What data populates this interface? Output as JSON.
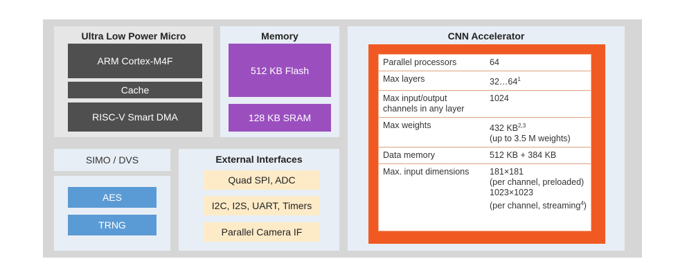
{
  "micro": {
    "title": "Ultra Low Power Micro",
    "blocks": [
      "ARM Cortex-M4F",
      "Cache",
      "RISC-V Smart DMA"
    ]
  },
  "memory": {
    "title": "Memory",
    "blocks": [
      "512 KB Flash",
      "128 KB SRAM"
    ]
  },
  "simo": {
    "label": "SIMO / DVS"
  },
  "security": {
    "blocks": [
      "AES",
      "TRNG"
    ]
  },
  "external": {
    "title": "External Interfaces",
    "blocks": [
      "Quad SPI, ADC",
      "I2C, I2S, UART, Timers",
      "Parallel Camera IF"
    ]
  },
  "cnn": {
    "title": "CNN Accelerator",
    "rows": [
      {
        "label": "Parallel processors",
        "value": "64",
        "value_sup": ""
      },
      {
        "label": "Max layers",
        "value": "32…64",
        "value_sup": "1"
      },
      {
        "label": "Max input/output channels in any layer",
        "value": "1024",
        "value_sup": ""
      },
      {
        "label": "Max weights",
        "value": "432 KB",
        "value_sup": "2,3",
        "value2": "(up to 3.5 M weights)"
      },
      {
        "label": "Data memory",
        "value": "512 KB + 384 KB",
        "value_sup": ""
      },
      {
        "label": "Max. input dimensions",
        "value": "181×181",
        "value_sup": "",
        "value2": "(per channel, preloaded)",
        "value3": "1023×1023",
        "value4": "(per channel, streaming",
        "value4_sup": "4",
        "value4_end": ")"
      }
    ]
  },
  "colors": {
    "outer_bg": "#d6d6d6",
    "panel_bg": "#e8eef5",
    "micro_bg": "#e6e6e6",
    "dark_block": "#4f4f4f",
    "purple": "#9b4fbf",
    "blue": "#5b9bd5",
    "cream": "#fdebc8",
    "orange": "#f05a22"
  }
}
